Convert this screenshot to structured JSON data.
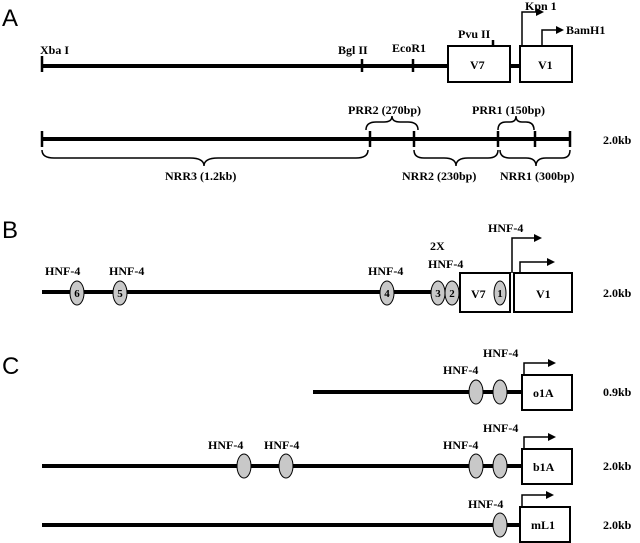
{
  "panels": {
    "a": "A",
    "b": "B",
    "c": "C"
  },
  "panel_a": {
    "sites": {
      "xba": "Xba I",
      "bgl": "Bgl II",
      "ecor1": "EcoR1",
      "pvu": "Pvu II",
      "kpn": "Kpn 1",
      "bamh1": "BamH1"
    },
    "genes": {
      "v7": "V7",
      "v1": "V1"
    },
    "regions": {
      "prr2": "PRR2 (270bp)",
      "prr1": "PRR1 (150bp)",
      "nrr3": "NRR3 (1.2kb)",
      "nrr2": "NRR2 (230bp)",
      "nrr1": "NRR1 (300bp)"
    },
    "size": "2.0kb"
  },
  "panel_b": {
    "hnf_label": "HNF-4",
    "hnf_2x": "2X",
    "sites": [
      "6",
      "5",
      "4",
      "3",
      "2",
      "1"
    ],
    "genes": {
      "v7": "V7",
      "v1": "V1"
    },
    "size": "2.0kb"
  },
  "panel_c": {
    "hnf_label": "HNF-4",
    "rows": [
      {
        "gene": "o1A",
        "size": "0.9kb"
      },
      {
        "gene": "b1A",
        "size": "2.0kb"
      },
      {
        "gene": "mL1",
        "size": "2.0kb"
      }
    ]
  }
}
